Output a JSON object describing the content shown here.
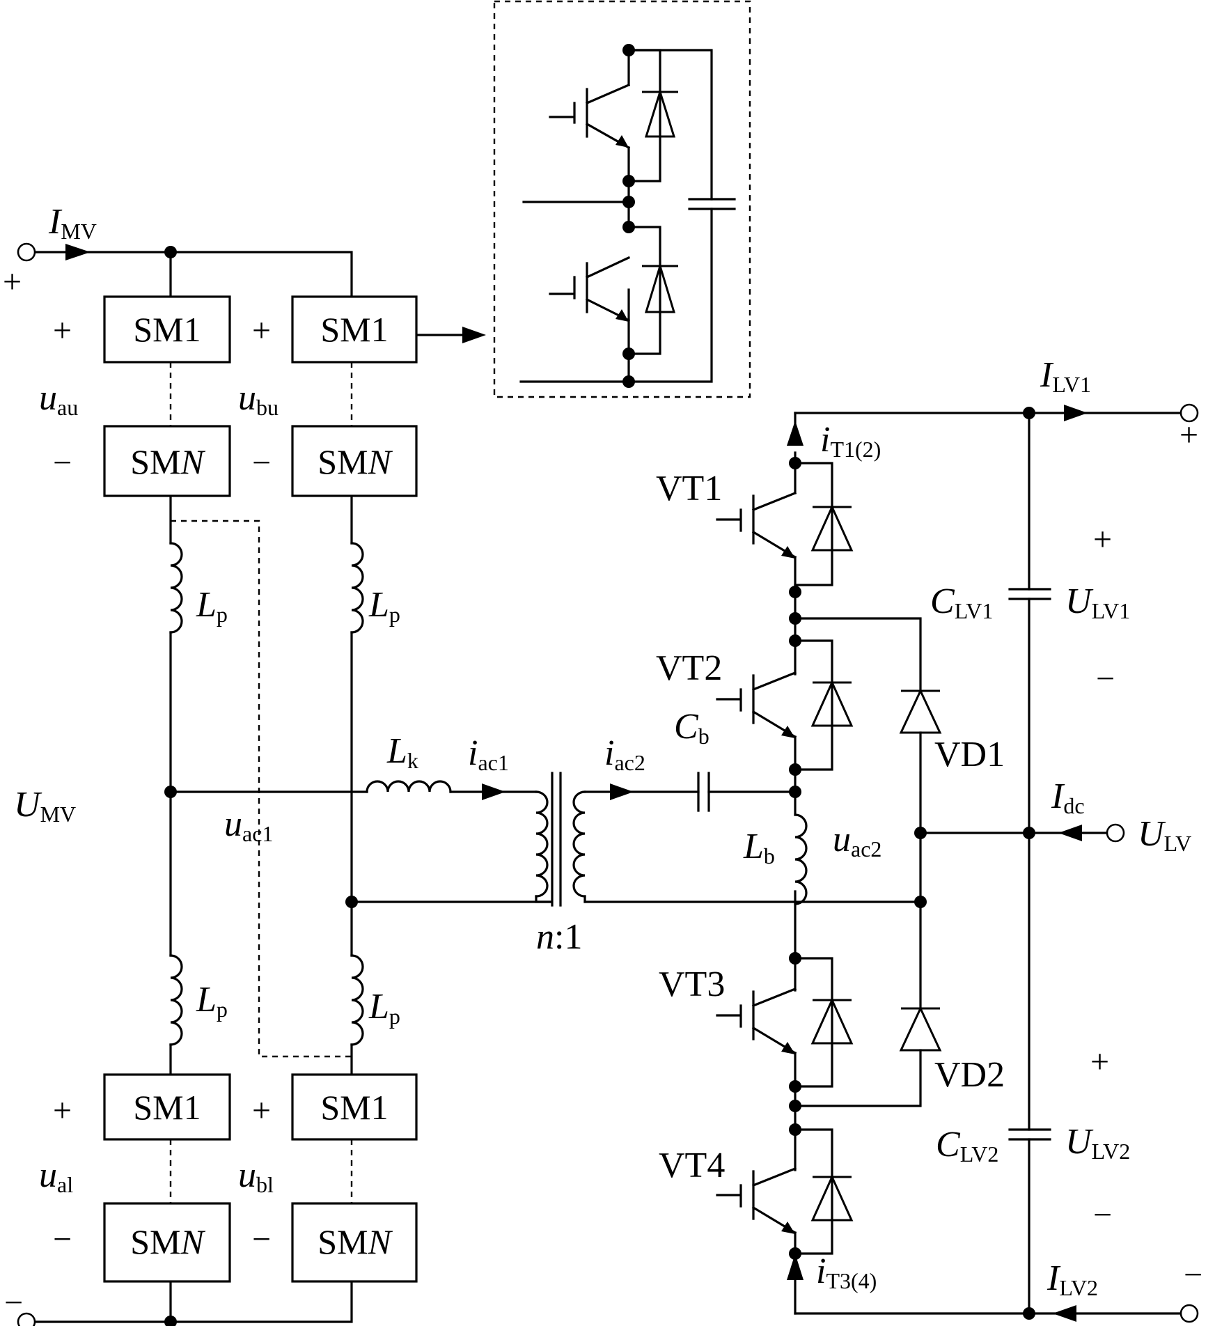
{
  "diagram": {
    "submodule_labels": {
      "first": "SM1",
      "last_prefix": "SM",
      "last_suffix": "N"
    },
    "mv": {
      "current": {
        "main": "I",
        "sub": "MV"
      },
      "voltage": {
        "main": "U",
        "sub": "MV"
      },
      "plus": "+",
      "minus": "−"
    },
    "arm_voltages": {
      "au": {
        "main": "u",
        "sub": "au"
      },
      "bu": {
        "main": "u",
        "sub": "bu"
      },
      "al": {
        "main": "u",
        "sub": "al"
      },
      "bl": {
        "main": "u",
        "sub": "bl"
      }
    },
    "arm_signs": {
      "plus": "+",
      "minus": "−"
    },
    "inductors": {
      "lp": {
        "main": "L",
        "sub": "p"
      },
      "lk": {
        "main": "L",
        "sub": "k"
      },
      "lb": {
        "main": "L",
        "sub": "b"
      }
    },
    "ac_quantities": {
      "iac1": {
        "main": "i",
        "sub": "ac1"
      },
      "iac2": {
        "main": "i",
        "sub": "ac2"
      },
      "uac1": {
        "main": "u",
        "sub": "ac1"
      },
      "uac2": {
        "main": "u",
        "sub": "ac2"
      }
    },
    "transformer_ratio": {
      "n": "n",
      "rest": ":1"
    },
    "cb": {
      "main": "C",
      "sub": "b"
    },
    "switches": [
      "VT1",
      "VT2",
      "VT3",
      "VT4"
    ],
    "diodes": [
      "VD1",
      "VD2"
    ],
    "lv": {
      "ilv1": {
        "main": "I",
        "sub": "LV1"
      },
      "ilv2": {
        "main": "I",
        "sub": "LV2"
      },
      "idc": {
        "main": "I",
        "sub": "dc"
      },
      "ulv": {
        "main": "U",
        "sub": "LV"
      },
      "ulv1": {
        "main": "U",
        "sub": "LV1"
      },
      "ulv2": {
        "main": "U",
        "sub": "LV2"
      },
      "clv1": {
        "main": "C",
        "sub": "LV1"
      },
      "clv2": {
        "main": "C",
        "sub": "LV2"
      },
      "it12": {
        "main": "i",
        "sub": "T1(2)"
      },
      "it34": {
        "main": "i",
        "sub": "T3(4)"
      },
      "plus": "+",
      "minus": "−"
    }
  }
}
